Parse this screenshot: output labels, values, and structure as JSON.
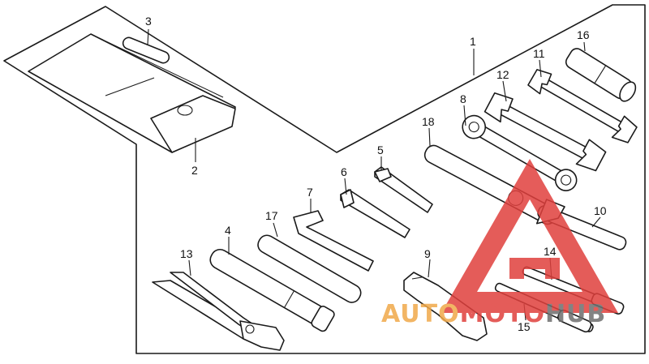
{
  "labels": {
    "l1": "1",
    "l2": "2",
    "l3": "3",
    "l4": "4",
    "l5": "5",
    "l6": "6",
    "l7": "7",
    "l8": "8",
    "l9": "9",
    "l10": "10",
    "l11": "11",
    "l12": "12",
    "l13": "13",
    "l14": "14",
    "l15": "15",
    "l16": "16",
    "l17": "17",
    "l18": "18"
  },
  "watermark": {
    "part1": "AUTO",
    "part2": "MOTO",
    "part3": "HUB",
    "color_orange": "#f0a94a",
    "color_red": "#e0403d",
    "color_gray": "#6e6e6e"
  }
}
